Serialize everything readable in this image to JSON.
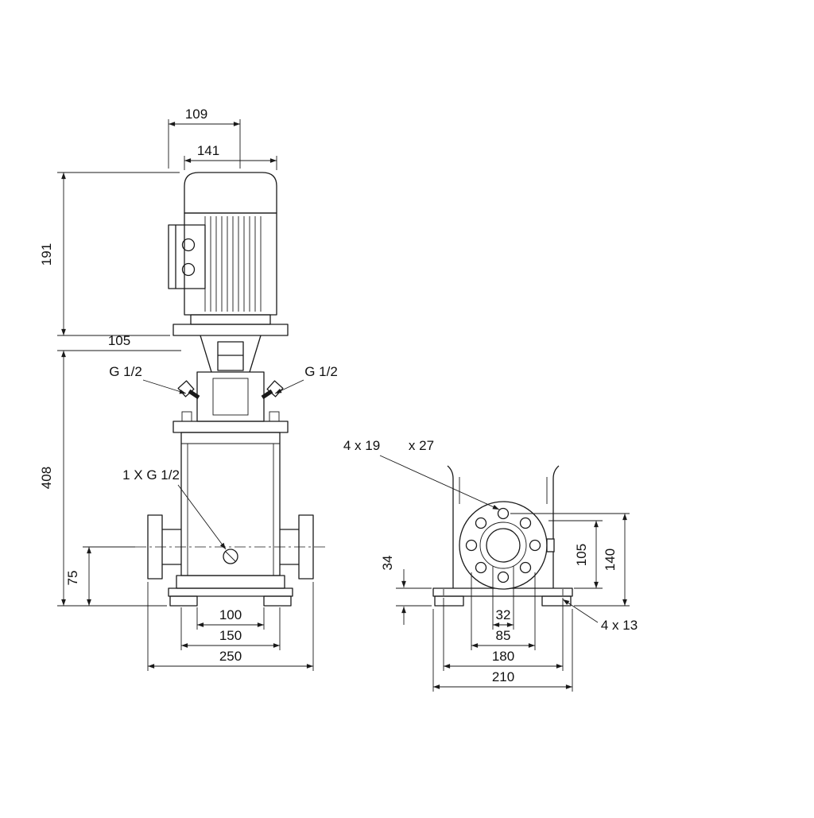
{
  "front": {
    "dim_109": "109",
    "dim_141": "141",
    "dim_191": "191",
    "dim_105": "105",
    "dim_408": "408",
    "dim_75": "75",
    "dim_100": "100",
    "dim_150": "150",
    "dim_250": "250",
    "plug_left": "G 1/2",
    "plug_right": "G 1/2",
    "drain": "1 X G 1/2"
  },
  "side": {
    "flange_hole_callout": "4 x 19",
    "flange_counterbore_callout": "x 27",
    "dim_34": "34",
    "dim_105": "105",
    "dim_140": "140",
    "dim_32": "32",
    "dim_85": "85",
    "dim_180": "180",
    "dim_210": "210",
    "base_hole_callout": "4 x 13"
  }
}
